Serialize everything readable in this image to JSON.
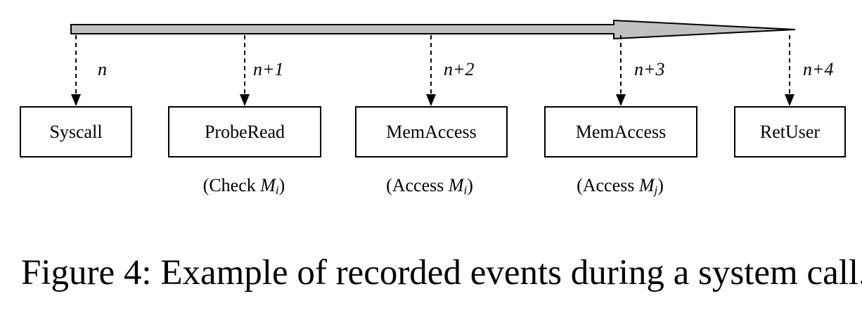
{
  "colors": {
    "timeline_fill": "#c0c0c0",
    "stroke": "#000000",
    "background": "#ffffff"
  },
  "events": [
    {
      "label": "Syscall",
      "step": "n"
    },
    {
      "label": "ProbeRead",
      "step": "n+1"
    },
    {
      "label": "MemAccess",
      "step": "n+2"
    },
    {
      "label": "MemAccess",
      "step": "n+3"
    },
    {
      "label": "RetUser",
      "step": "n+4"
    }
  ],
  "annotations": [
    {
      "prefix": "(Check ",
      "var": "M",
      "sub": "i",
      "suffix": ")"
    },
    {
      "prefix": "(Access ",
      "var": "M",
      "sub": "i",
      "suffix": ")"
    },
    {
      "prefix": "(Access ",
      "var": "M",
      "sub": "j",
      "suffix": ")"
    }
  ],
  "caption": "Figure 4: Example of recorded events during a system call."
}
